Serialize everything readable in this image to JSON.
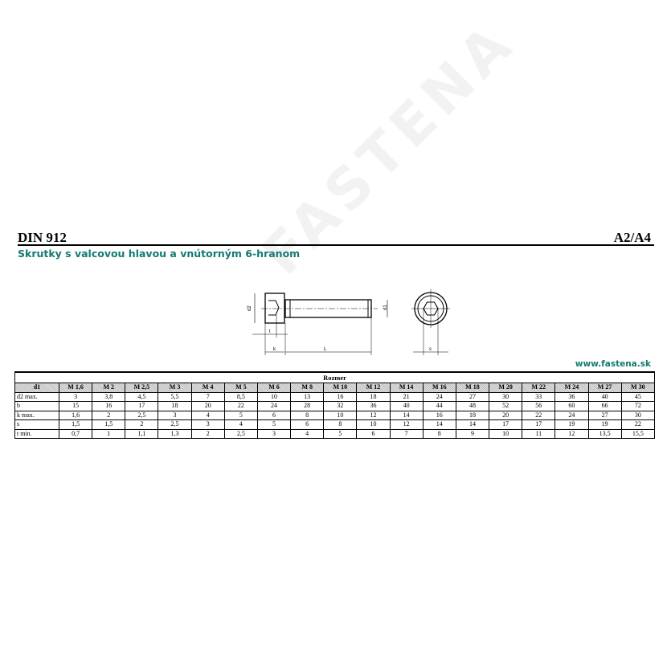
{
  "header": {
    "title": "DIN 912",
    "grade": "A2/A4",
    "subtitle": "Skrutky s valcovou hlavou a vnútorným 6-hranom",
    "website": "www.fastena.sk"
  },
  "watermark": "FASTENA",
  "drawing": {
    "labels": {
      "d2": "d2",
      "d1": "d1",
      "t": "t",
      "k": "k",
      "L": "L",
      "s": "s"
    }
  },
  "table": {
    "caption": "Rozmer",
    "header_label": "d1",
    "sizes": [
      "M 1,6",
      "M 2",
      "M 2,5",
      "M 3",
      "M 4",
      "M 5",
      "M 6",
      "M 8",
      "M 10",
      "M 12",
      "M 14",
      "M 16",
      "M 18",
      "M 20",
      "M 22",
      "M 24",
      "M 27",
      "M 30"
    ],
    "rows": [
      {
        "label": "d2 max.",
        "values": [
          "3",
          "3,8",
          "4,5",
          "5,5",
          "7",
          "8,5",
          "10",
          "13",
          "16",
          "18",
          "21",
          "24",
          "27",
          "30",
          "33",
          "36",
          "40",
          "45"
        ]
      },
      {
        "label": "b",
        "values": [
          "15",
          "16",
          "17",
          "18",
          "20",
          "22",
          "24",
          "28",
          "32",
          "36",
          "40",
          "44",
          "48",
          "52",
          "56",
          "60",
          "66",
          "72"
        ]
      },
      {
        "label": "k max.",
        "values": [
          "1,6",
          "2",
          "2,5",
          "3",
          "4",
          "5",
          "6",
          "8",
          "10",
          "12",
          "14",
          "16",
          "18",
          "20",
          "22",
          "24",
          "27",
          "30"
        ]
      },
      {
        "label": "s",
        "values": [
          "1,5",
          "1,5",
          "2",
          "2,5",
          "3",
          "4",
          "5",
          "6",
          "8",
          "10",
          "12",
          "14",
          "14",
          "17",
          "17",
          "19",
          "19",
          "22"
        ]
      },
      {
        "label": "t min.",
        "values": [
          "0,7",
          "1",
          "1,1",
          "1,3",
          "2",
          "2,5",
          "3",
          "4",
          "5",
          "6",
          "7",
          "8",
          "9",
          "10",
          "11",
          "12",
          "13,5",
          "15,5"
        ]
      }
    ]
  }
}
